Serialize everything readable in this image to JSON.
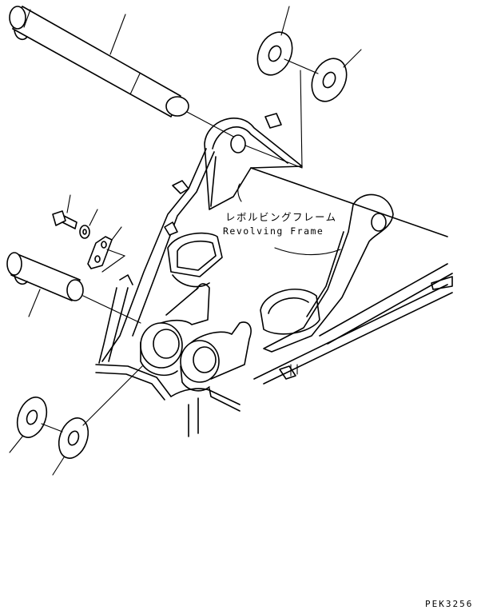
{
  "parts_diagram": {
    "frame_label_jp": "レボルビングフレーム",
    "frame_label_en": "Revolving Frame",
    "drawing_code": "PEK3256"
  }
}
